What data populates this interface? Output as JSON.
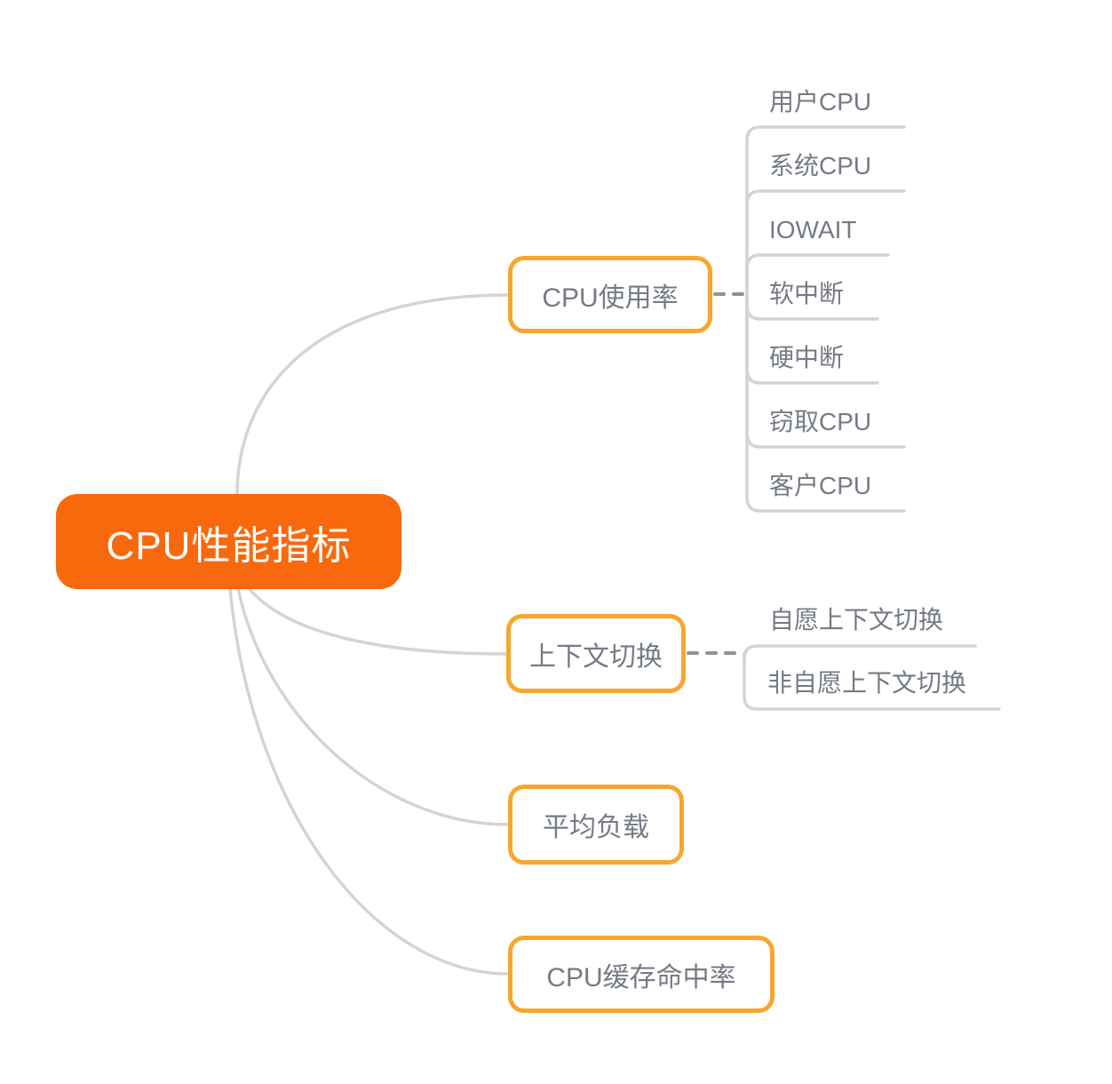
{
  "root": {
    "label": "CPU性能指标"
  },
  "branches": [
    {
      "label": "CPU使用率",
      "children": [
        {
          "label": "用户CPU"
        },
        {
          "label": "系统CPU"
        },
        {
          "label": "IOWAIT"
        },
        {
          "label": "软中断"
        },
        {
          "label": "硬中断"
        },
        {
          "label": "窃取CPU"
        },
        {
          "label": "客户CPU"
        }
      ]
    },
    {
      "label": "上下文切换",
      "children": [
        {
          "label": "自愿上下文切换"
        },
        {
          "label": "非自愿上下文切换"
        }
      ]
    },
    {
      "label": "平均负载",
      "children": []
    },
    {
      "label": "CPU缓存命中率",
      "children": []
    }
  ],
  "colors": {
    "background": "#FFFFFF",
    "root_fill": "#F8690D",
    "root_text": "#FFFFFF",
    "branch_border": "#F7A62F",
    "node_text": "#757B85",
    "connector_line": "#D2D4D7",
    "dashed_connector": "#8E9299"
  }
}
